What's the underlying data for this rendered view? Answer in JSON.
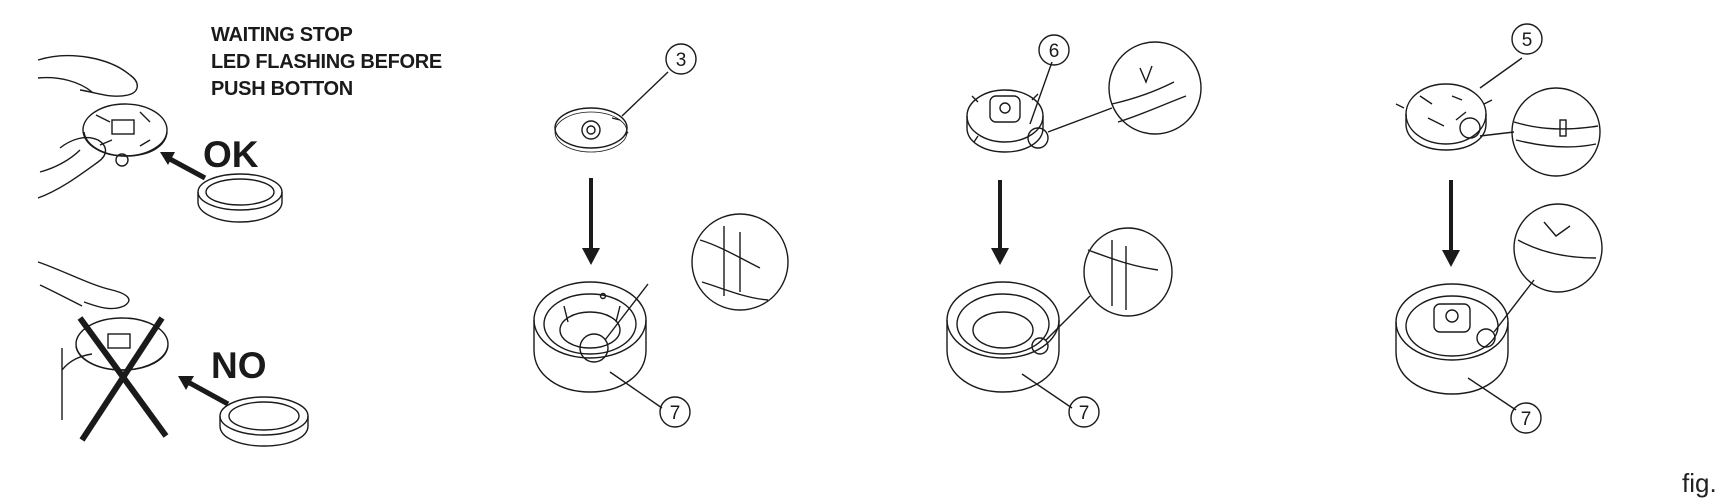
{
  "instructions": {
    "caption_lines": [
      "WAITING STOP",
      "LED FLASHING BEFORE",
      "PUSH BOTTON"
    ],
    "ok_label": "OK",
    "no_label": "NO"
  },
  "callouts": {
    "panel1_top": "3",
    "panel2_top": "6",
    "panel3_top": "5",
    "panel1_bottom": "7",
    "panel2_bottom": "7",
    "panel3_bottom": "7"
  },
  "figure_label": "fig.",
  "colors": {
    "ink": "#1a1a1a",
    "paper": "#ffffff"
  }
}
